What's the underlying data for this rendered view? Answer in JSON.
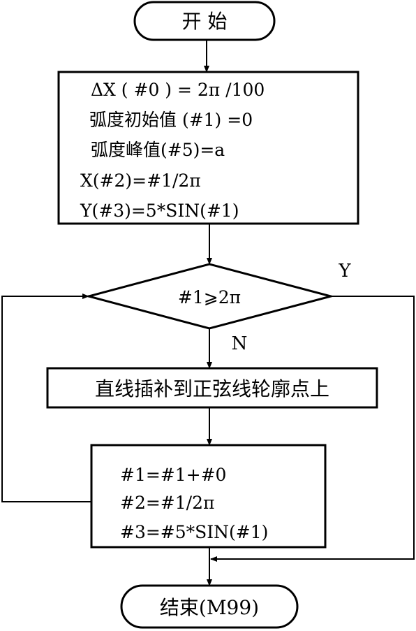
{
  "start": {
    "label": "开 始"
  },
  "init": {
    "lines": [
      "ΔX ( #0 ) = 2π /100",
      "弧度初始值  (#1) =0",
      "弧度峰值(#5)=a",
      "X(#2)=#1/2π",
      "Y(#3)=5*SIN(#1)"
    ]
  },
  "decision": {
    "condition": "#1⩾2π",
    "yes_label": "Y",
    "no_label": "N"
  },
  "interpolate": {
    "label": "直线插补到正弦线轮廓点上"
  },
  "update": {
    "lines": [
      "#1=#1+#0",
      "#2=#1/2π",
      "#3=#5*SIN(#1)"
    ]
  },
  "end": {
    "label": "结束(M99)"
  }
}
